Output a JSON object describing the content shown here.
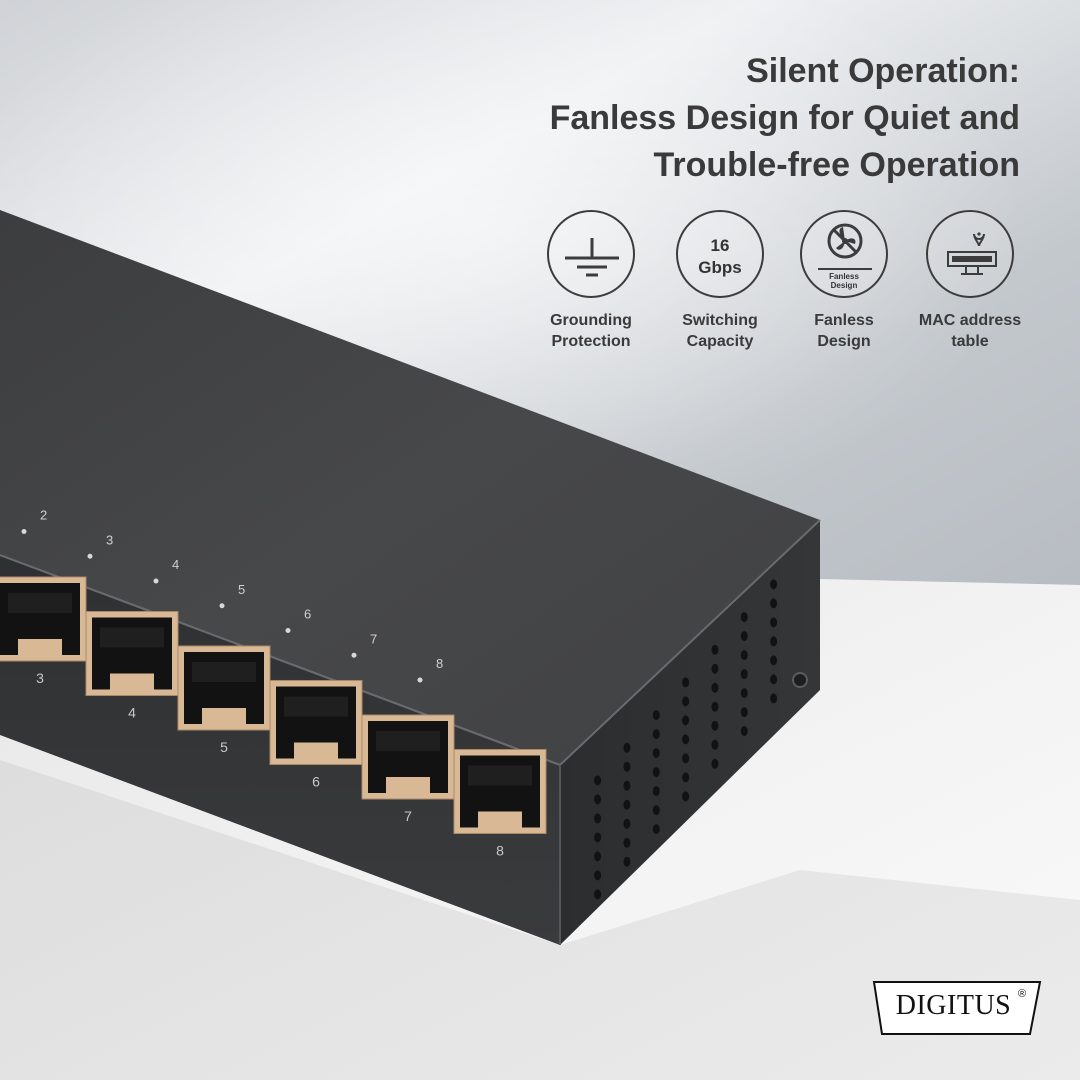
{
  "headline": {
    "line1": "Silent Operation:",
    "line2": "Fanless Design for Quiet and",
    "line3": "Trouble-free Operation"
  },
  "features": [
    {
      "icon": "grounding-icon",
      "label_line1": "Grounding",
      "label_line2": "Protection"
    },
    {
      "icon": "speed-icon",
      "icon_text_top": "16",
      "icon_text_bottom": "Gbps",
      "label_line1": "Switching",
      "label_line2": "Capacity"
    },
    {
      "icon": "no-fan-icon",
      "icon_text_top": "Fanless",
      "icon_text_bottom": "Design",
      "label_line1": "Fanless",
      "label_line2": "Design"
    },
    {
      "icon": "mac-table-icon",
      "label_line1": "MAC address",
      "label_line2": "table"
    }
  ],
  "device": {
    "top_led_labels": [
      "2",
      "3",
      "4",
      "5",
      "6",
      "7",
      "8"
    ],
    "port_labels": [
      "3",
      "4",
      "5",
      "6",
      "7",
      "8"
    ]
  },
  "brand": {
    "name": "DIGITUS",
    "registered": "®"
  },
  "colors": {
    "text": "#3a3a3a",
    "device_body": "#3d3e40",
    "port_frame": "#d9b995"
  }
}
